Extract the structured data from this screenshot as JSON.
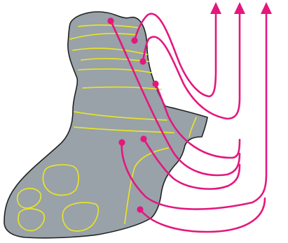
{
  "colors": {
    "background": "#ffffff",
    "shape_fill": "#98a2a8",
    "shape_outline": "#222222",
    "internal_lines": "#e8e22a",
    "pathway": "#e4177f"
  },
  "diagram": {
    "type": "anatomical-pathway-schematic",
    "text_labels": [],
    "pathway_count": 7,
    "arrow_count": 3,
    "arrow_direction": "up",
    "pathway_origin_dots": 7
  }
}
